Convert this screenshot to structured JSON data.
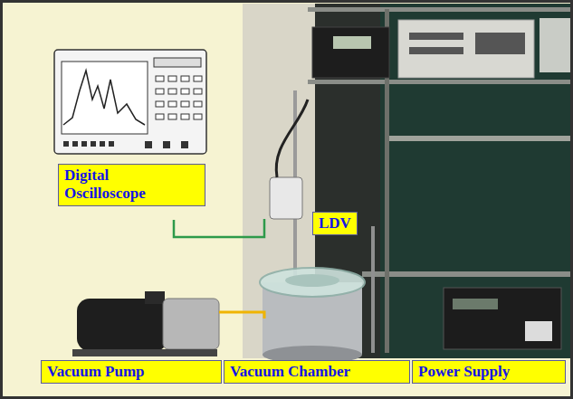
{
  "diagram": {
    "nodes": [
      {
        "text": [
          "Digital Oscilloscope"
        ]
      },
      {
        "text": [
          "LDV"
        ]
      },
      {
        "text": [
          "Vacuum Pump"
        ]
      },
      {
        "text": [
          "Vacuum Chamber"
        ]
      },
      {
        "text": [
          "Power Supply"
        ]
      }
    ]
  }
}
